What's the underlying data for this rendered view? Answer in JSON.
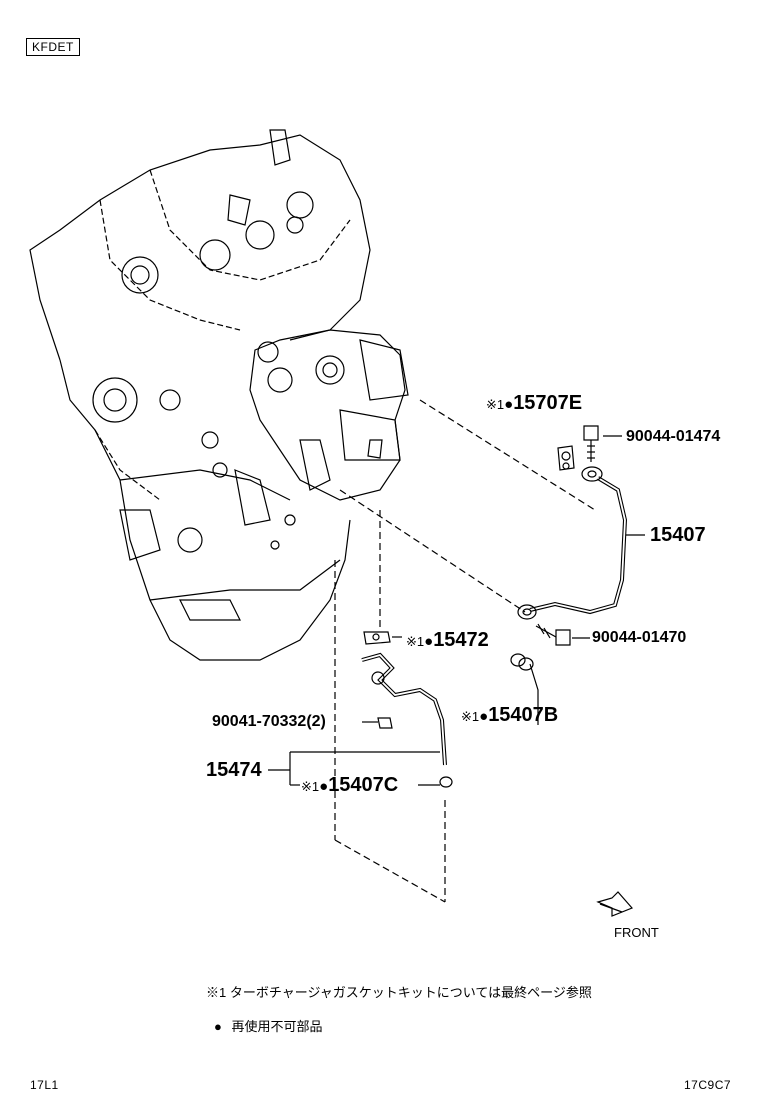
{
  "engine_code": "KFDET",
  "parts": {
    "p15707E": {
      "mark": "※1",
      "bullet": "●",
      "number": "15707E"
    },
    "p90044_01474": {
      "number": "90044-01474"
    },
    "p15407": {
      "number": "15407"
    },
    "p15472": {
      "mark": "※1",
      "bullet": "●",
      "number": "15472"
    },
    "p90044_01470": {
      "number": "90044-01470"
    },
    "p15407B": {
      "mark": "※1",
      "bullet": "●",
      "number": "15407B"
    },
    "p90041": {
      "number": "90041-70332(2)"
    },
    "p15474": {
      "number": "15474"
    },
    "p15407C": {
      "mark": "※1",
      "bullet": "●",
      "number": "15407C"
    }
  },
  "front_label": "FRONT",
  "notes": {
    "note1": "※1  ターボチャージャガスケットキットについては最終ページ参照",
    "note2_bullet": "●",
    "note2_text": "再使用不可部品"
  },
  "footer": {
    "left": "17L1",
    "right": "17C9C7"
  }
}
